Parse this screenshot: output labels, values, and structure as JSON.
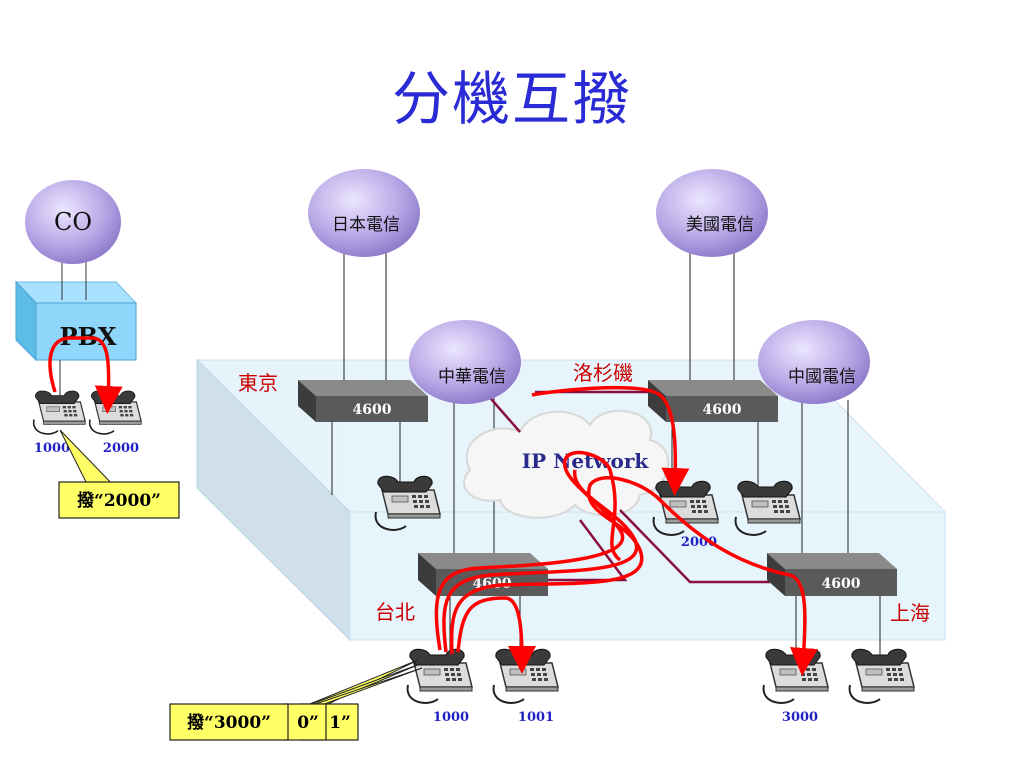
{
  "title": "分機互撥",
  "clouds": {
    "co": "CO",
    "ntt": "日本電信",
    "us_telecom": "美國電信",
    "cht": "中華電信",
    "china_telecom": "中國電信"
  },
  "pbx": "PBX",
  "sites": {
    "tokyo": "東京",
    "la": "洛杉磯",
    "taipei": "台北",
    "shanghai": "上海"
  },
  "gateways": {
    "tokyo": "4600",
    "la": "4600",
    "taipei": "4600",
    "shanghai": "4600"
  },
  "network": "IP Network",
  "extensions": {
    "pbx_a": "1000",
    "pbx_b": "2000",
    "la": "2000",
    "taipei_a": "1000",
    "taipei_b": "1001",
    "shanghai": "3000"
  },
  "callouts": {
    "pbx_dial": "撥“2000”",
    "taipei_dial_1": "撥“3000”",
    "taipei_dial_2": "0”",
    "taipei_dial_3": "1”"
  },
  "colors": {
    "title": "#2b2bd6",
    "site_label": "#cc0000",
    "call_path": "#ff0000",
    "callout_fill": "#ffff66"
  }
}
